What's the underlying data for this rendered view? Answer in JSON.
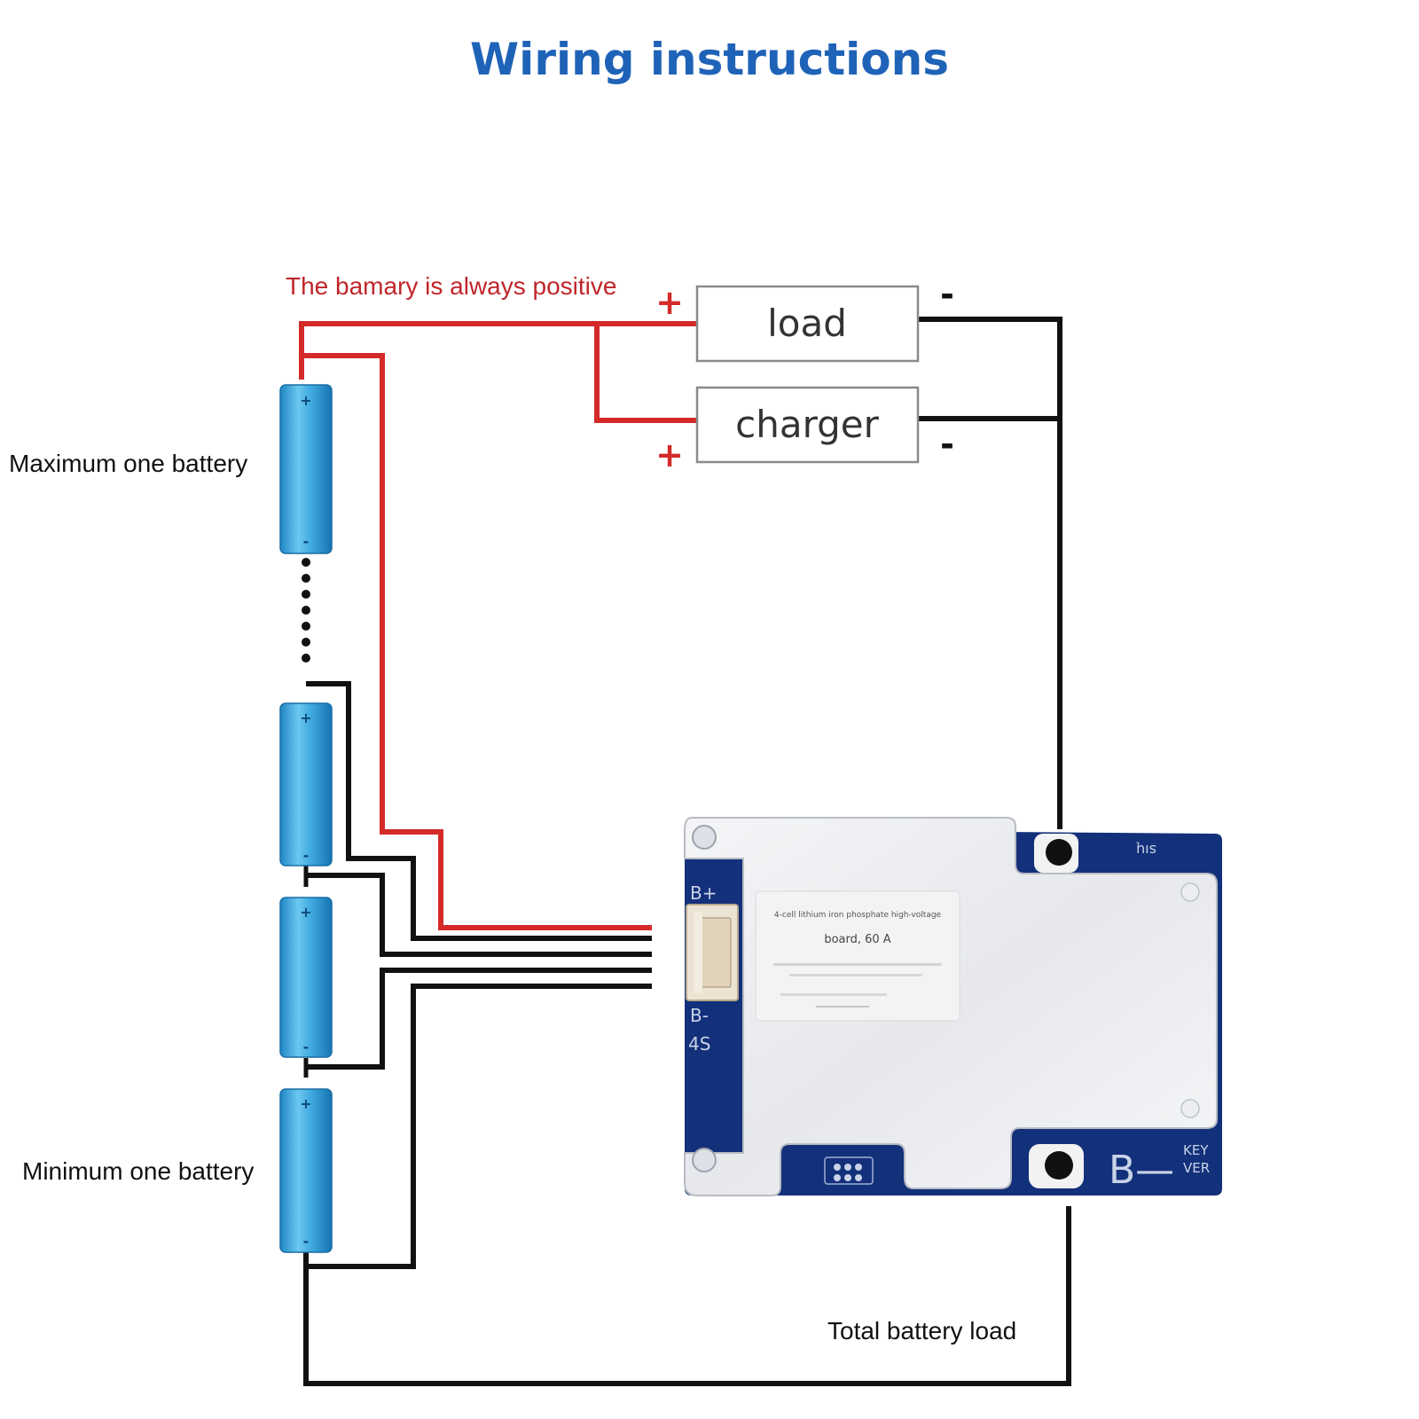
{
  "title": "Wiring instructions",
  "labels": {
    "positive_note": "The bamary is always positive",
    "max_battery": "Maximum one battery",
    "min_battery": "Minimum one battery",
    "total_load": "Total battery load"
  },
  "devices": {
    "load": "load",
    "charger": "charger",
    "plus": "+",
    "minus": "-"
  },
  "cell_marks": {
    "plus": "+",
    "minus": "-"
  },
  "board": {
    "label_line1": "4-cell lithium iron phosphate high-voltage",
    "label_line2": "board, 60 A",
    "pad_bplus": "B+",
    "pad_bminus": "B-",
    "series": "4S",
    "pad_p": "sıų",
    "bminus_large": "B—",
    "key_line1": "KEY",
    "key_line2": "VER"
  },
  "colors": {
    "title": "#1f63b8",
    "positive_wire": "#d42a2a",
    "positive_note": "#c0262b",
    "negative_wire": "#111111",
    "battery": "#3fa9e0",
    "pcb": "#13307a",
    "shield": "#e9eaee"
  }
}
